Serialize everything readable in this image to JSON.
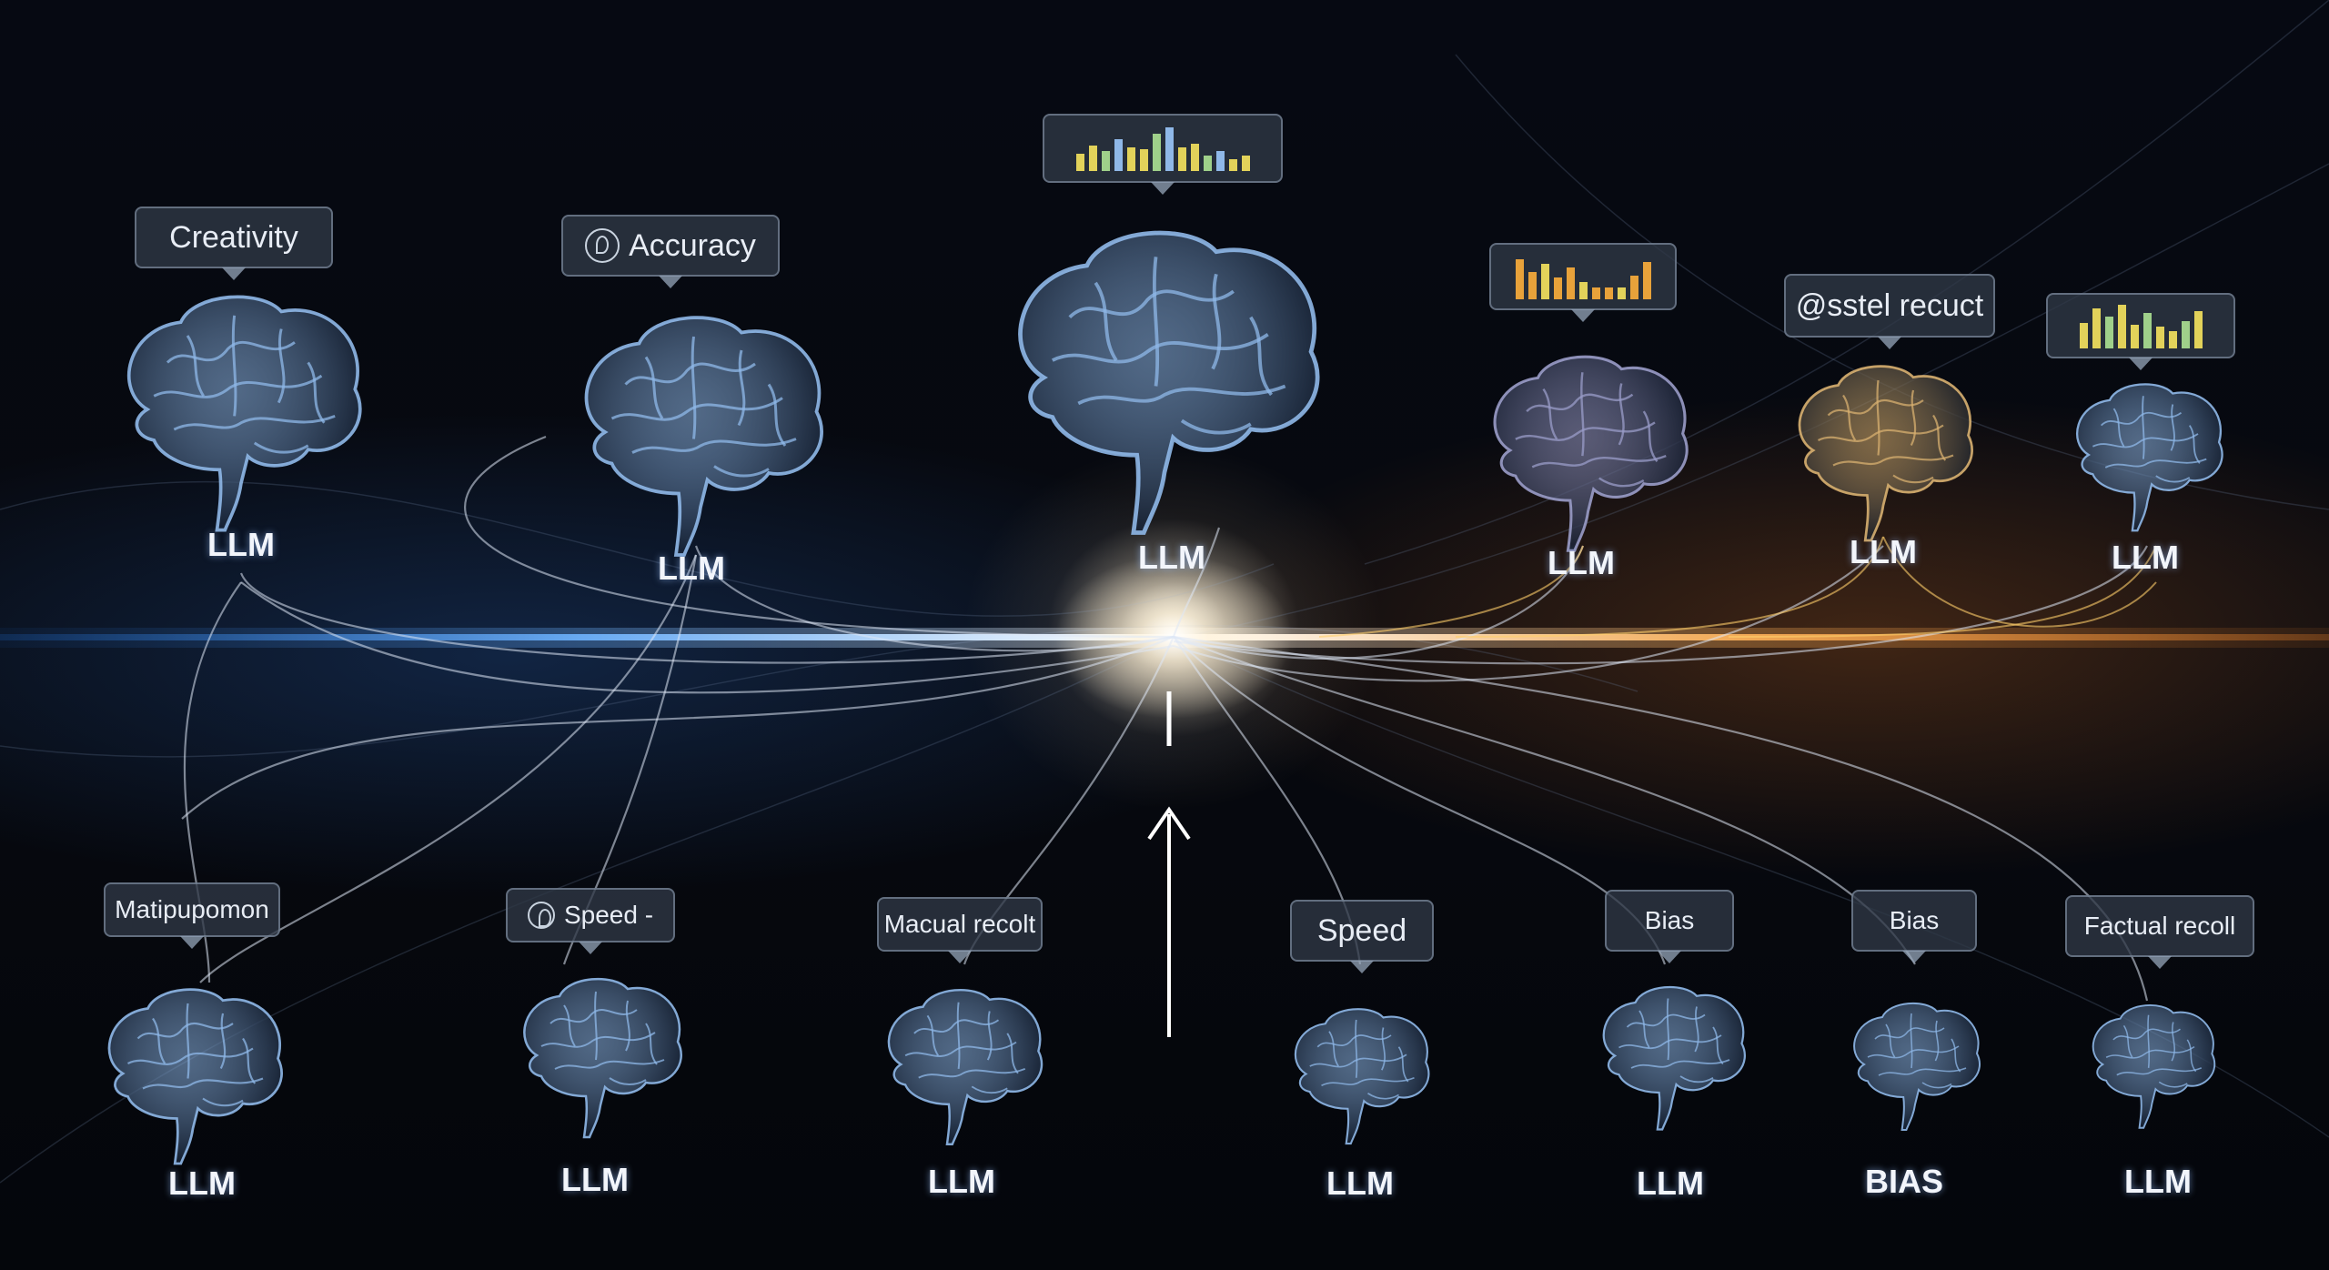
{
  "colors": {
    "brain_blue": "#8fb8e8",
    "brain_violet": "#9a9cc8",
    "brain_gold": "#d8b070",
    "glow_center": "#fff4dd",
    "beam_left": "#4aa0ff",
    "beam_right": "#ff9a3a",
    "bar_yellow": "#e2d25a",
    "bar_orange": "#e8a23a",
    "bar_green": "#9fd08a",
    "bar_blue": "#8fb8e8"
  },
  "top_row": [
    {
      "tag": "Creativity",
      "label": "LLM"
    },
    {
      "tag": "Accuracy",
      "icon": "swirl-icon",
      "label": "LLM"
    },
    {
      "tag_icon": "bar-chart-icon",
      "label": "LLM",
      "bars": [
        0.35,
        0.55,
        0.4,
        0.7,
        0.5,
        0.45,
        0.85,
        1.0,
        0.5,
        0.6,
        0.3,
        0.4,
        0.2,
        0.3
      ]
    },
    {
      "tag_icon": "bar-chart-icon",
      "label": "LLM",
      "bars": [
        0.9,
        0.6,
        0.8,
        0.45,
        0.7,
        0.35,
        0.2,
        0.2,
        0.2,
        0.5,
        0.85
      ]
    },
    {
      "tag": "@sstel recuct",
      "label": "LLM"
    },
    {
      "tag_icon": "bar-chart-icon",
      "label": "LLM",
      "bars": [
        0.55,
        0.9,
        0.7,
        1.0,
        0.5,
        0.8,
        0.45,
        0.35,
        0.6,
        0.85
      ]
    }
  ],
  "bottom_row": [
    {
      "tag": "Matipupomon",
      "label": "LLM"
    },
    {
      "tag": "Speed -",
      "icon": "brain-small-icon",
      "label": "LLM"
    },
    {
      "tag": "Macual recolt",
      "label": "LLM"
    },
    {
      "tag": "Speed",
      "label": "LLM"
    },
    {
      "tag": "Bias",
      "label": "LLM"
    },
    {
      "tag": "Bias",
      "label": "BIAS"
    },
    {
      "tag": "Factual recoll",
      "label": "LLM"
    }
  ]
}
